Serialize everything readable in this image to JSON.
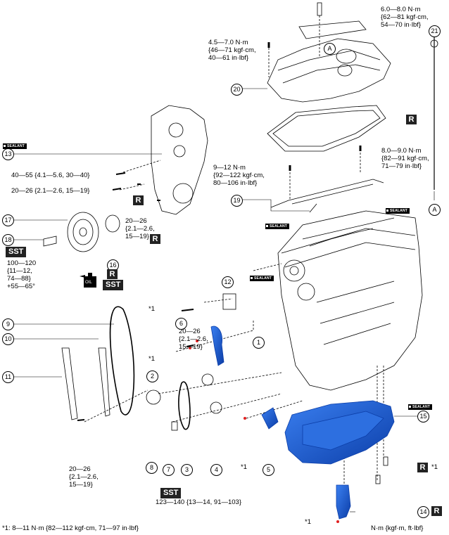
{
  "torques": {
    "t_top": [
      "6.0—8.0 N·m",
      "{62—81 kgf·cm,",
      "54—70 in·lbf}"
    ],
    "t_cover": [
      "4.5—7.0 N·m",
      "{46—71 kgf·cm,",
      "40—61 in·lbf}"
    ],
    "t_rail_right": [
      "8.0—9.0 N·m",
      "{82—91 kgf·cm,",
      "71—79 in·lbf}"
    ],
    "t_rail_left": [
      "9—12 N·m",
      "{92—122 kgf·cm,",
      "80—106 in·lbf}"
    ],
    "t_bolt40": "40—55 {4.1—5.6, 30—40}",
    "t_bolt20a": "20—26 {2.1—2.6, 15—19}",
    "t_bolt20b": [
      "20—26",
      "{2.1—2.6,",
      "15—19}"
    ],
    "t_pulley": [
      "100—120",
      "{11—12,",
      "74—88}",
      "+55—65°"
    ],
    "t_tensioner": [
      "20—26",
      "{2.1—2.6,",
      "15—19}"
    ],
    "t_guide": [
      "20—26",
      "{2.1—2.6,",
      "15—19}"
    ],
    "t_sprocket": "123—140 {13—14, 91—103}"
  },
  "callouts": [
    "1",
    "2",
    "3",
    "4",
    "5",
    "6",
    "7",
    "8",
    "9",
    "10",
    "11",
    "12",
    "13",
    "14",
    "15",
    "16",
    "17",
    "18",
    "19",
    "20",
    "21"
  ],
  "marks": {
    "A": "A",
    "R": "R",
    "SST": "SST",
    "sealant": "SEALANT",
    "oil": "OIL",
    "star": "*1"
  },
  "footer": {
    "note": "*1: 8—11 N·m {82—112 kgf·cm, 71—97 in·lbf}",
    "units": "N·m {kgf·m, ft·lbf}"
  },
  "colors": {
    "part_blue": "#1a5fd0",
    "line": "#000000",
    "bolt_red": "#e02020"
  }
}
